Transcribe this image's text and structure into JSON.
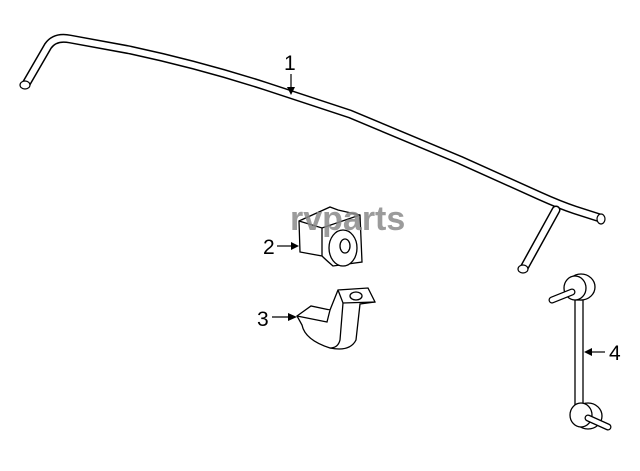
{
  "callouts": [
    {
      "number": "1",
      "part": "stabilizer-bar"
    },
    {
      "number": "2",
      "part": "bushing"
    },
    {
      "number": "3",
      "part": "bracket"
    },
    {
      "number": "4",
      "part": "link"
    }
  ],
  "watermark": "rvparts"
}
